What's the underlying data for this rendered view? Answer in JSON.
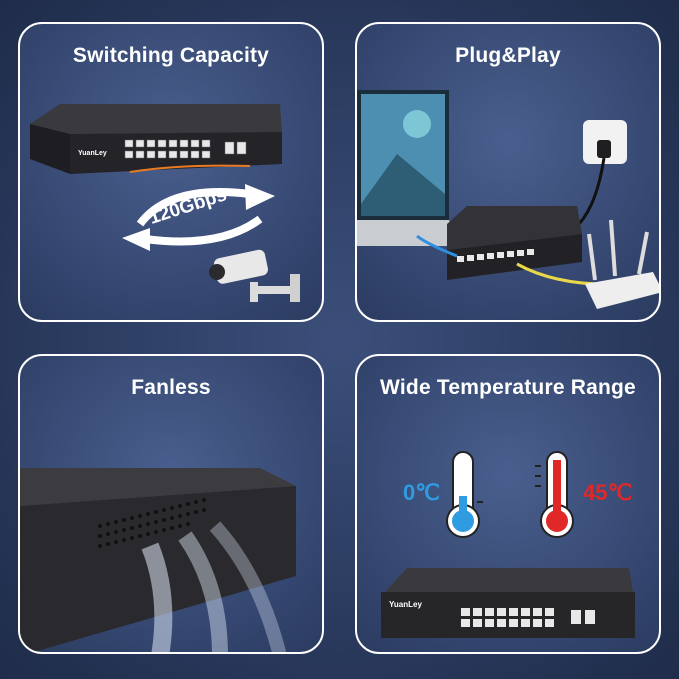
{
  "tiles": [
    {
      "title": "Switching Capacity",
      "badge": "120Gbps"
    },
    {
      "title": "Plug&Play"
    },
    {
      "title": "Fanless"
    },
    {
      "title": "Wide Temperature Range",
      "cold_label": "0℃",
      "hot_label": "45℃"
    }
  ],
  "brand": "YuanLey",
  "colors": {
    "cold": "#2f9be0",
    "hot": "#e02828",
    "tile_border": "#ffffff"
  }
}
